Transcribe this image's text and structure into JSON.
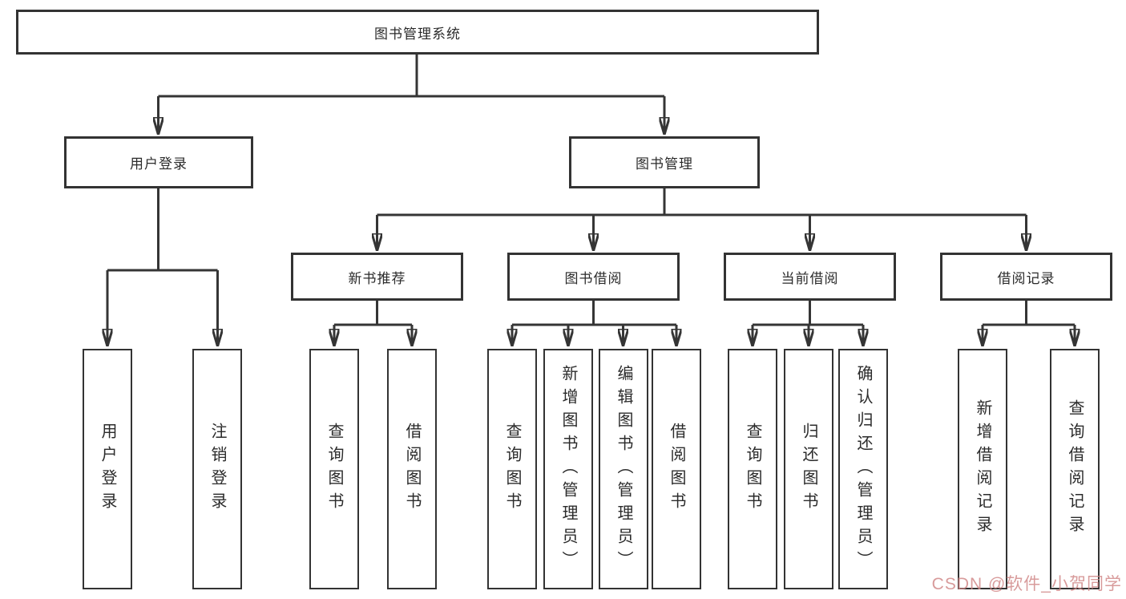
{
  "diagram": {
    "root_label": "图书管理系统",
    "branches": [
      {
        "label": "用户登录",
        "children": [
          "用户登录",
          "注销登录"
        ]
      },
      {
        "label": "图书管理",
        "groups": [
          {
            "label": "新书推荐",
            "children": [
              "查询图书",
              "借阅图书"
            ]
          },
          {
            "label": "图书借阅",
            "children": [
              "查询图书",
              "新增图书（管理员）",
              "编辑图书（管理员）",
              "借阅图书"
            ]
          },
          {
            "label": "当前借阅",
            "children": [
              "查询图书",
              "归还图书",
              "确认归还（管理员）"
            ]
          },
          {
            "label": "借阅记录",
            "children": [
              "新增借阅记录",
              "查询借阅记录"
            ]
          }
        ]
      }
    ]
  },
  "watermark": "CSDN @软件_小贺同学",
  "colors": {
    "line": "#353535",
    "box_border": "#333333",
    "text": "#2b2b2b",
    "background": "#ffffff",
    "watermark": "#ce8282"
  }
}
